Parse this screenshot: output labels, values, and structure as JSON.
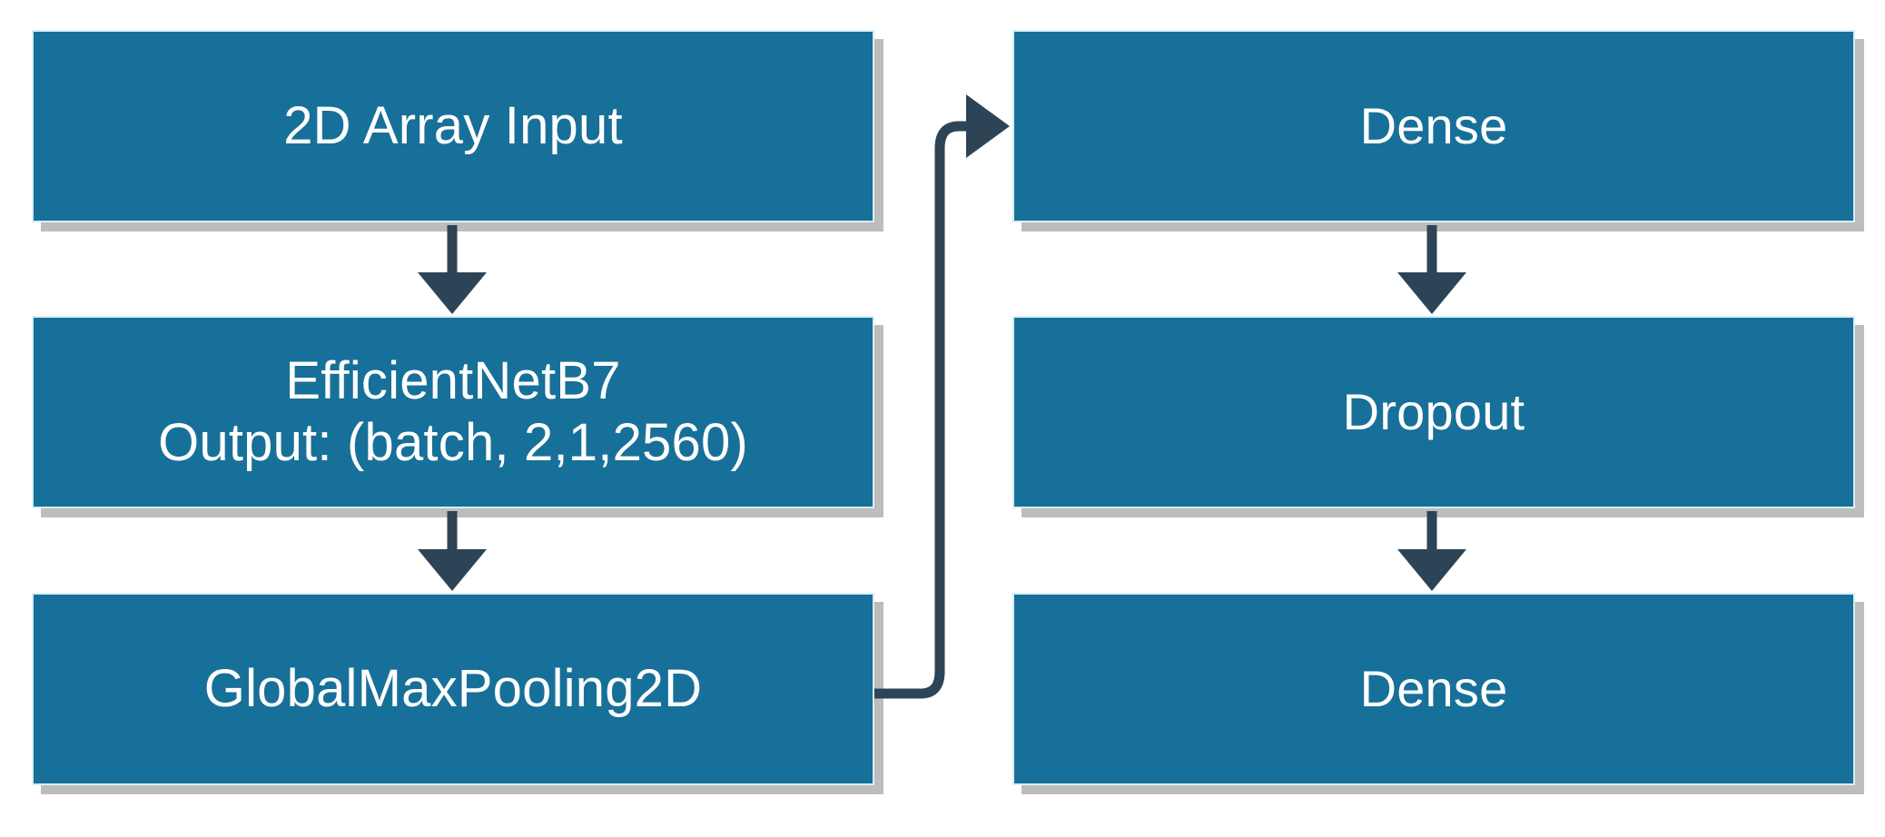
{
  "diagram": {
    "title": "Model Architecture Flowchart",
    "type": "flowchart",
    "background_color": "#ffffff",
    "node_fill_color": "#177099",
    "node_border_color": "#d7eef7",
    "node_text_color": "#ffffff",
    "node_shadow_color": "#bdbdbd",
    "connector_color": "#2c4456"
  },
  "columns": [
    {
      "name": "left-column",
      "nodes": [
        {
          "id": "input",
          "label": "2D Array Input"
        },
        {
          "id": "efficientnetb7",
          "label": "EfficientNetB7\nOutput: (batch, 2,1,2560)"
        },
        {
          "id": "globalmaxpooling2d",
          "label": "GlobalMaxPooling2D"
        }
      ]
    },
    {
      "name": "right-column",
      "nodes": [
        {
          "id": "dense-1",
          "label": "Dense"
        },
        {
          "id": "dropout",
          "label": "Dropout"
        },
        {
          "id": "dense-2",
          "label": "Dense"
        }
      ]
    }
  ],
  "connectors": [
    {
      "from": "input",
      "to": "efficientnetb7",
      "style": "straight-down-arrow"
    },
    {
      "from": "efficientnetb7",
      "to": "globalmaxpooling2d",
      "style": "straight-down-arrow"
    },
    {
      "from": "globalmaxpooling2d",
      "to": "dense-1",
      "style": "elbow-right-up-arrow"
    },
    {
      "from": "dense-1",
      "to": "dropout",
      "style": "straight-down-arrow"
    },
    {
      "from": "dropout",
      "to": "dense-2",
      "style": "straight-down-arrow"
    }
  ]
}
